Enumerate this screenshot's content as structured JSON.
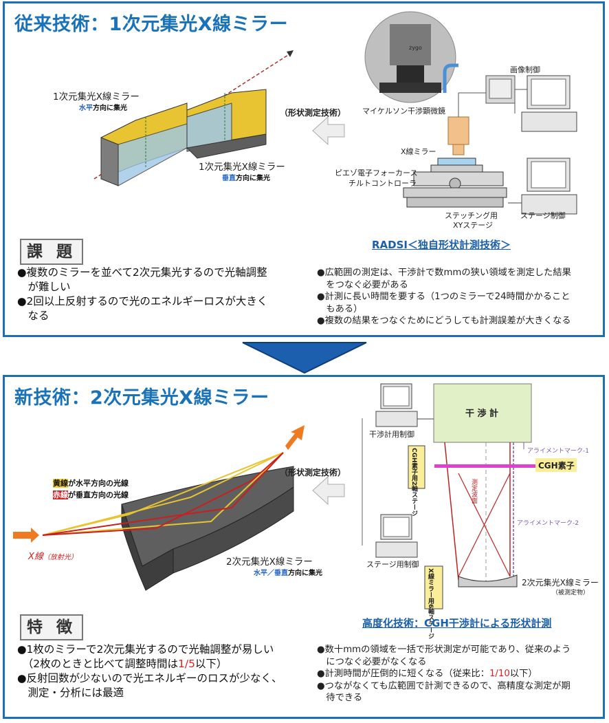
{
  "panel1": {
    "title": "従来技術：1次元集光X線ミラー",
    "mirror_h_label": "1次元集光X線ミラー",
    "mirror_h_sub_blue": "水平",
    "mirror_h_sub_rest": "方向に集光",
    "mirror_v_label": "1次元集光X線ミラー",
    "mirror_v_sub_blue": "垂直",
    "mirror_v_sub_rest": "方向に集光",
    "arrow_label": "（形状測定技術）",
    "labels": {
      "image_control": "画像制御",
      "michelson": "マイケルソン干渉顕微鏡",
      "xray_mirror": "X線ミラー",
      "piezo_1": "ピエゾ電子フォーカース",
      "piezo_2": "チルトコントローラ",
      "stitching_1": "ステッチング用",
      "stitching_2": "XYステージ",
      "stage_control": "ステージ制御",
      "zygo": "zygo"
    },
    "caption": "RADSI＜独自形状計測技術＞",
    "box_label": "課 題",
    "bullets": [
      "●複数のミラーを並べて2次元集光するので光軸調整",
      "　が難しい",
      "●2回以上反射するので光のエネルギーロスが大きく",
      "　なる"
    ],
    "small_bullets": [
      "●広範囲の測定は、干渉計で数mmの狭い領域を測定した結果",
      "　をつなぐ必要がある",
      "●計測に長い時間を要する（1つのミラーで24時間かかること",
      "　もある）",
      "●複数の結果をつなぐためにどうしても計測誤差が大きくなる"
    ]
  },
  "panel2": {
    "title": "新技術：2次元集光X線ミラー",
    "legend_yellow_key": "黄線",
    "legend_yellow_rest": "が水平方向の光線",
    "legend_red_key": "赤線",
    "legend_red_rest": "が垂直方向の光線",
    "xray_label": "X線",
    "xray_sub": "（放射光）",
    "mirror_label": "2次元集光X線ミラー",
    "mirror_sub_1": "水平",
    "mirror_sub_sep": "／",
    "mirror_sub_2": "垂直",
    "mirror_sub_rest": "方向に集光",
    "arrow_label": "（形状測定技術）",
    "labels": {
      "interferometer": "干 渉 計",
      "interferometer_control": "干渉計用制御",
      "cgh_stage": "CGH素子用2軸ステージ",
      "cgh_element": "CGH素子",
      "align_1": "アライメントマーク-1",
      "align_2": "アライメントマーク-2",
      "measure_wave": "測定波面",
      "stage_control": "ステージ用制御",
      "mirror_stage": "X線ミラー用6軸ステージ",
      "mirror_target": "2次元集光X線ミラー",
      "mirror_target_sub": "（被測定物）"
    },
    "caption": "高度化技術：CGH干渉計による形状計測",
    "box_label": "特 徴",
    "bullet1_line1": "●1枚のミラーで2次元集光するので光軸調整が易しい",
    "bullet1_line2_a": "　（2枚のときと比べて調整時間は",
    "bullet1_line2_red": "1/5",
    "bullet1_line2_b": "以下）",
    "bullet2_line1": "●反射回数が少ないので光エネルギーのロスが少なく、",
    "bullet2_line2": "　測定・分析には最適",
    "small_1": "●数十mmの領域を一括で形状測定が可能であり、従来のよう",
    "small_2": "　につなぐ必要がなくなる",
    "small_3_a": "●計測時間が圧倒的に短くなる（従来比：",
    "small_3_red": "1/10",
    "small_3_b": "以下）",
    "small_4": "●つながなくても広範囲で計測できるので、高精度な測定が期",
    "small_5": "　待できる"
  },
  "colors": {
    "accent_blue": "#1a72b9",
    "mirror_yellow": "#e8c433",
    "mirror_gray": "#6e6e6e",
    "interferometer_green": "#e2f0c8",
    "cgh_magenta": "#e040d0",
    "arrow_orange": "#ef7a22",
    "emphasis_red": "#e02020"
  }
}
